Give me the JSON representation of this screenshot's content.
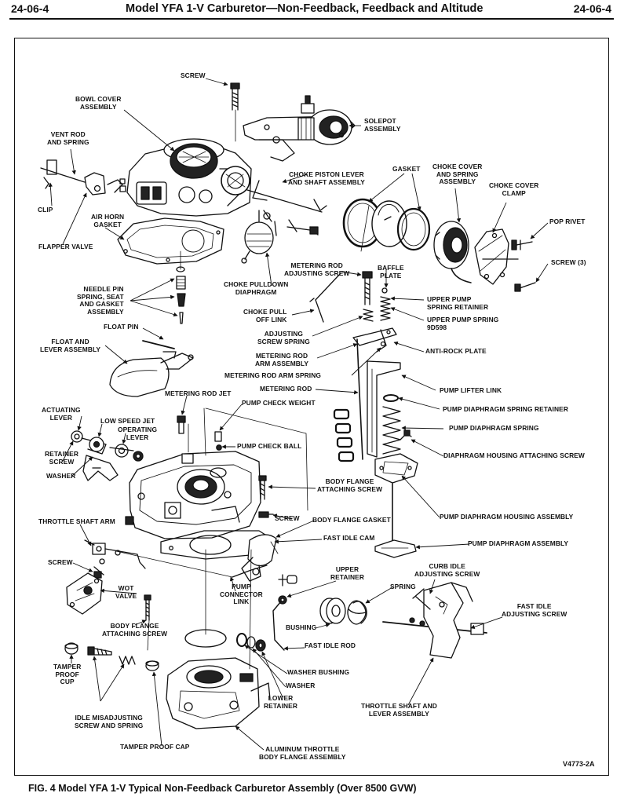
{
  "header": {
    "page_left": "24-06-4",
    "page_right": "24-06-4",
    "title": "Model YFA 1-V Carburetor—Non-Feedback, Feedback and Altitude"
  },
  "labels": {
    "screw_top": "SCREW",
    "bowl_cover": "BOWL COVER\nASSEMBLY",
    "solepot": "SOLEPOT\nASSEMBLY",
    "vent_rod": "VENT ROD\nAND SPRING",
    "choke_piston": "CHOKE PISTON LEVER\nAND SHAFT ASSEMBLY",
    "gasket": "GASKET",
    "choke_cover": "CHOKE COVER\nAND SPRING\nASSEMBLY",
    "choke_cover_clamp": "CHOKE COVER\nCLAMP",
    "clip": "CLIP",
    "air_horn": "AIR HORN\nGASKET",
    "pop_rivet": "POP RIVET",
    "flapper": "FLAPPER VALVE",
    "screw3": "SCREW (3)",
    "metering_adj": "METERING ROD\nADJUSTING SCREW",
    "baffle": "BAFFLE\nPLATE",
    "choke_pulldown": "CHOKE PULLDOWN\nDIAPHRAGM",
    "needle_pin": "NEEDLE PIN\nSPRING, SEAT\nAND GASKET\nASSEMBLY",
    "upper_pump_ret": "UPPER PUMP\nSPRING RETAINER",
    "choke_pull_off": "CHOKE PULL\nOFF LINK",
    "upper_pump_spring": "UPPER PUMP SPRING\n9D598",
    "float_pin": "FLOAT PIN",
    "adj_screw_spring": "ADJUSTING\nSCREW SPRING",
    "float_lever": "FLOAT AND\nLEVER ASSEMBLY",
    "anti_rock": "ANTI-ROCK PLATE",
    "metering_arm": "METERING ROD\nARM ASSEMBLY",
    "metering_arm_spring": "METERING ROD ARM SPRING",
    "metering_rod": "METERING ROD",
    "pump_lifter": "PUMP LIFTER LINK",
    "metering_jet": "METERING ROD JET",
    "pump_check_weight": "PUMP CHECK WEIGHT",
    "pump_diaph_ret": "PUMP DIAPHRAGM SPRING RETAINER",
    "actuating": "ACTUATING\nLEVER",
    "low_speed": "LOW SPEED JET",
    "operating": "OPERATING\nLEVER",
    "pump_diaph_spring": "PUMP DIAPHRAGM SPRING",
    "retainer_screw": "RETAINER\nSCREW",
    "pump_check_ball": "PUMP CHECK BALL",
    "diaph_housing_screw": "DIAPHRAGM HOUSING ATTACHING SCREW",
    "washer_left": "WASHER",
    "body_flange_screw_upper": "BODY FLANGE\nATTACHING SCREW",
    "screw_mid": "SCREW",
    "body_flange_gasket": "BODY FLANGE GASKET",
    "pump_housing_assy": "PUMP DIAPHRAGM HOUSING ASSEMBLY",
    "throttle_arm": "THROTTLE SHAFT ARM",
    "fast_idle_cam": "FAST IDLE CAM",
    "pump_diaph_assy": "PUMP DIAPHRAGM ASSEMBLY",
    "screw_left": "SCREW",
    "upper_retainer": "UPPER\nRETAINER",
    "curb_idle": "CURB IDLE\nADJUSTING SCREW",
    "wot": "WOT\nVALVE",
    "pump_connector": "PUMP\nCONNECTOR\nLINK",
    "spring": "SPRING",
    "fast_idle_screw": "FAST IDLE\nADJUSTING SCREW",
    "body_flange_screw_lower": "BODY FLANGE\nATTACHING SCREW",
    "bushing": "BUSHING",
    "fast_idle_rod": "FAST IDLE ROD",
    "tamper_cup": "TAMPER\nPROOF\nCUP",
    "washer_bushing": "WASHER BUSHING",
    "washer_lower": "WASHER",
    "lower_retainer": "LOWER\nRETAINER",
    "throttle_lever": "THROTTLE SHAFT AND\nLEVER ASSEMBLY",
    "idle_misadj": "IDLE MISADJUSTING\nSCREW AND SPRING",
    "tamper_cap": "TAMPER PROOF CAP",
    "aluminum_flange": "ALUMINUM THROTTLE\nBODY FLANGE ASSEMBLY"
  },
  "figure_id": "V4773-2A",
  "caption": "FIG. 4  Model YFA 1-V Typical Non-Feedback Carburetor Assembly (Over 8500 GVW)"
}
